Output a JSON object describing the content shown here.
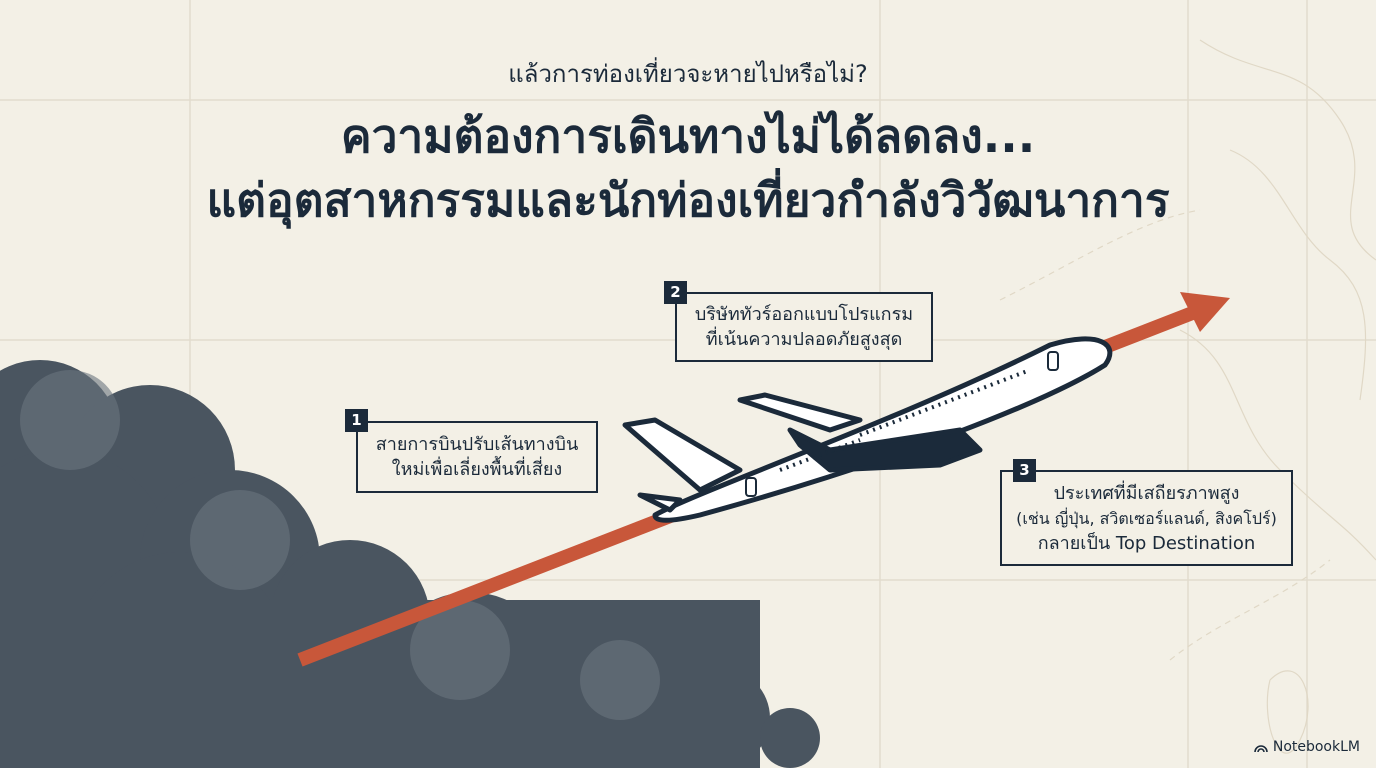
{
  "header": {
    "subtitle": "แล้วการท่องเที่ยวจะหายไปหรือไม่?",
    "title_line1": "ความต้องการเดินทางไม่ได้ลดลง...",
    "title_line2": "แต่อุตสาหกรรมและนักท่องเที่ยวกำลังวิวัฒนาการ"
  },
  "callouts": [
    {
      "number": "1",
      "line1": "สายการบินปรับเส้นทางบิน",
      "line2": "ใหม่เพื่อเลี่ยงพื้นที่เสี่ยง"
    },
    {
      "number": "2",
      "line1": "บริษัททัวร์ออกแบบโปรแกรม",
      "line2": "ที่เน้นความปลอดภัยสูงสุด"
    },
    {
      "number": "3",
      "line1": "ประเทศที่มีเสถียรภาพสูง",
      "line2": "(เช่น ญี่ปุ่น, สวิตเซอร์แลนด์, สิงคโปร์)",
      "line3": "กลายเป็น Top Destination"
    }
  ],
  "footer": {
    "brand": "NotebookLM"
  },
  "colors": {
    "background": "#f3f0e6",
    "navy": "#1b2a3a",
    "arrow": "#c8573a",
    "cloud": "#4a5560"
  }
}
